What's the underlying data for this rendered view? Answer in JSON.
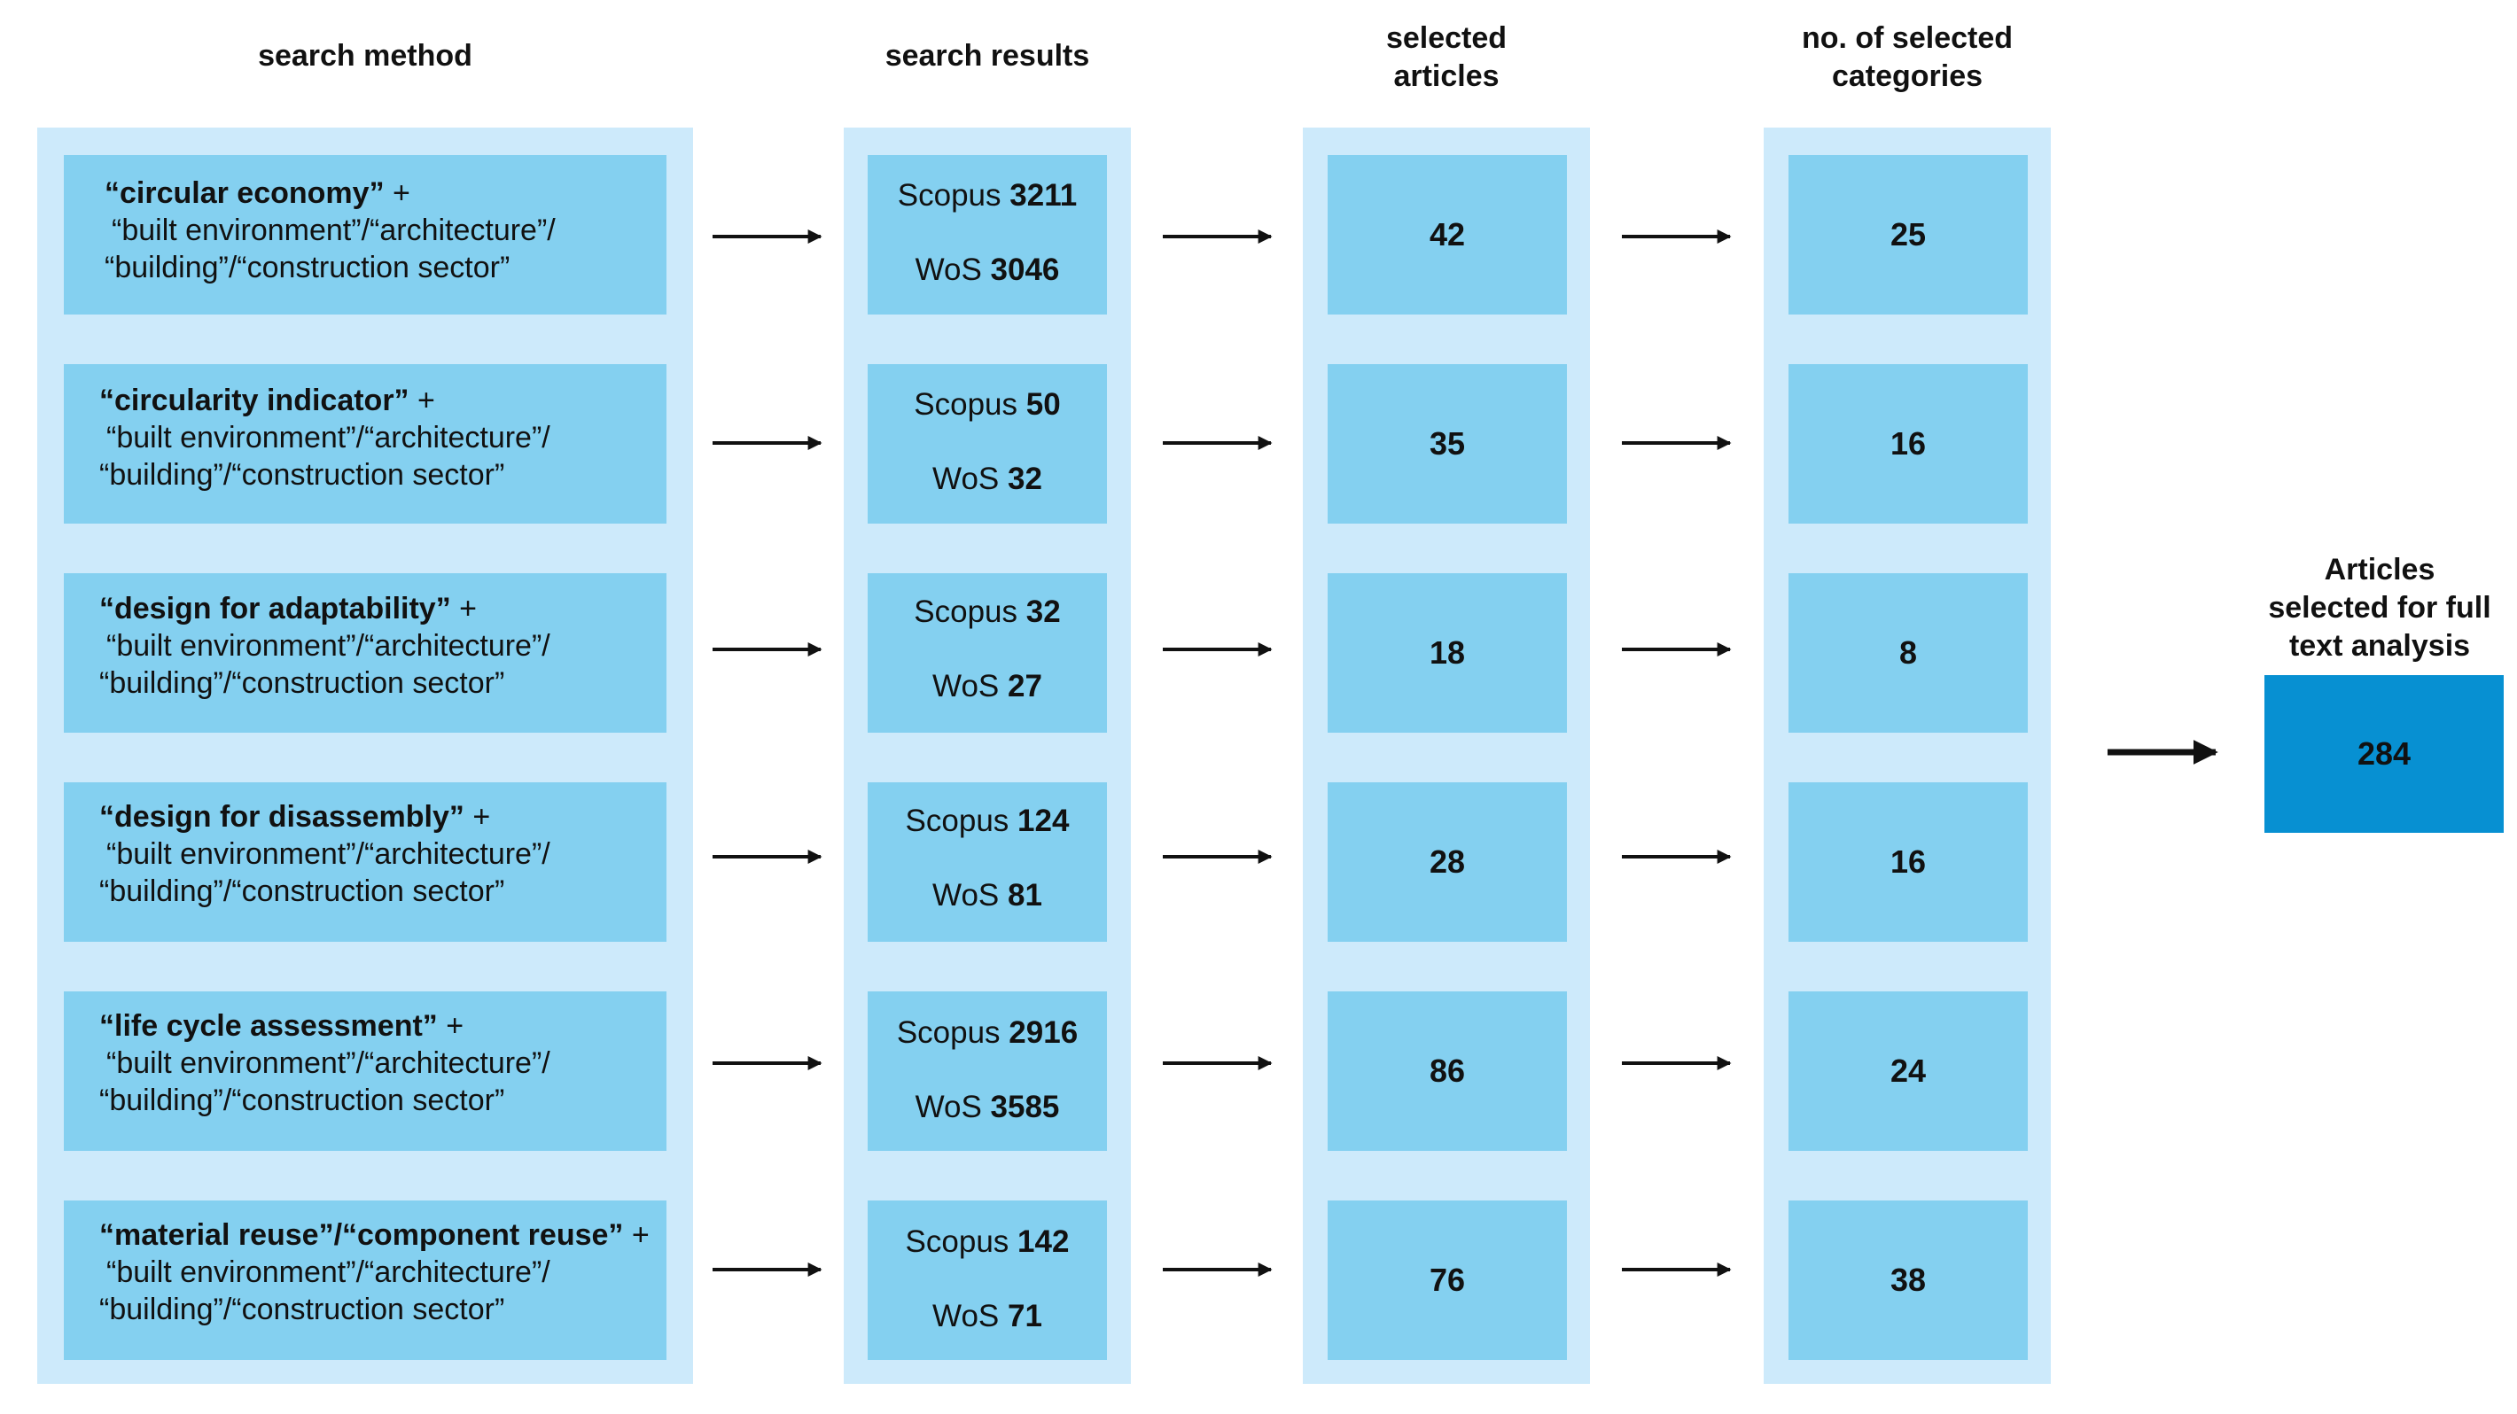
{
  "headers": {
    "search_method": "search method",
    "search_results": "search results",
    "selected_articles": [
      "selected",
      "articles"
    ],
    "selected_categories": [
      "no. of selected",
      "categories"
    ],
    "final": [
      "Articles",
      "selected for full",
      "text analysis"
    ]
  },
  "rows": [
    {
      "terms": "“circular economy”",
      "plus": " +",
      "line2": "“built environment”/“architecture”/",
      "line3": "“building”/“construction sector”",
      "scopus_label": "Scopus",
      "scopus": "3211",
      "wos_label": "WoS",
      "wos": "3046",
      "selected": "42",
      "categories": "25"
    },
    {
      "terms": "“circularity indicator”",
      "plus": " +",
      "line2": "“built environment”/“architecture”/",
      "line3": "“building”/“construction sector”",
      "scopus_label": "Scopus",
      "scopus": "50",
      "wos_label": "WoS",
      "wos": "32",
      "selected": "35",
      "categories": "16"
    },
    {
      "terms": "“design for adaptability”",
      "plus": " +",
      "line2": "“built environment”/“architecture”/",
      "line3": "“building”/“construction sector”",
      "scopus_label": "Scopus",
      "scopus": "32",
      "wos_label": "WoS",
      "wos": "27",
      "selected": "18",
      "categories": "8"
    },
    {
      "terms": "“design for disassembly”",
      "plus": " +",
      "line2": "“built environment”/“architecture”/",
      "line3": "“building”/“construction sector”",
      "scopus_label": "Scopus",
      "scopus": "124",
      "wos_label": "WoS",
      "wos": "81",
      "selected": "28",
      "categories": "16"
    },
    {
      "terms": "“life cycle assessment”",
      "plus": " +",
      "line2": "“built environment”/“architecture”/",
      "line3": "“building”/“construction sector”",
      "scopus_label": "Scopus",
      "scopus": "2916",
      "wos_label": "WoS",
      "wos": "3585",
      "selected": "86",
      "categories": "24"
    },
    {
      "terms": "“material reuse”/“component reuse”",
      "plus": " +",
      "line2": "“built environment”/“architecture”/",
      "line3": "“building”/“construction sector”",
      "scopus_label": "Scopus",
      "scopus": "142",
      "wos_label": "WoS",
      "wos": "71",
      "selected": "76",
      "categories": "38"
    }
  ],
  "final_total": "284",
  "colors": {
    "column_bg": "#cdeafb",
    "box_bg": "#84d0f0",
    "final_box": "#0790d2",
    "arrow": "#111111"
  }
}
